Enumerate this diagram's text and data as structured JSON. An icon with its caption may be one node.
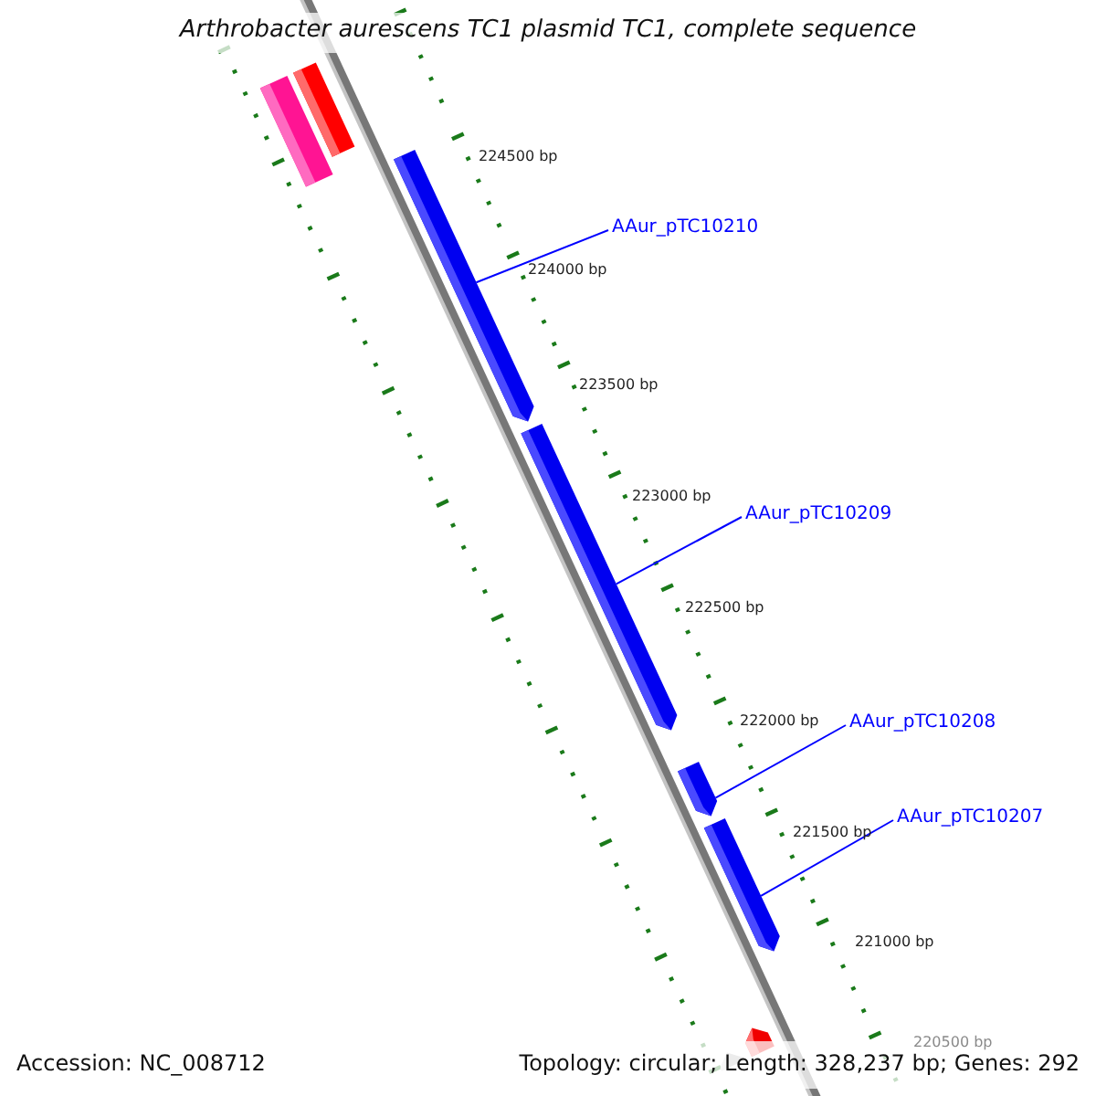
{
  "diagram": {
    "title": "Arthrobacter aurescens TC1 plasmid TC1, complete sequence",
    "nodes": [
      {
        "text": [],
        "shape": "bar"
      },
      {
        "text": [],
        "shape": "bar"
      },
      {
        "text": [
          "AAur_pTC10210"
        ]
      },
      {
        "text": [],
        "shape": "bar"
      },
      {
        "text": [
          "AAur_pTC10209"
        ]
      },
      {
        "text": [],
        "shape": "bar"
      },
      {
        "text": [
          "AAur_pTC10208"
        ]
      },
      {
        "text": [],
        "shape": "bar"
      },
      {
        "text": [
          "AAur_pTC10207"
        ]
      },
      {
        "text": [],
        "shape": "bar"
      },
      {
        "text": [],
        "shape": "bar"
      },
      {
        "text": [],
        "shape": "bar"
      }
    ],
    "edges": [
      {
        "from": 2,
        "to": 3,
        "arrow": "none"
      },
      {
        "from": 4,
        "to": 5,
        "arrow": "none"
      },
      {
        "from": 6,
        "to": 7,
        "arrow": "none"
      },
      {
        "from": 8,
        "to": 9,
        "arrow": "none"
      }
    ],
    "labels": [
      "224500 bp",
      "224000 bp",
      "223500 bp",
      "223000 bp",
      "222500 bp",
      "222000 bp",
      "221500 bp",
      "221000 bp",
      "220500 bp",
      "Accession: NC_008712",
      "Topology: circular; Length: 328,237 bp; Genes: 292"
    ]
  }
}
